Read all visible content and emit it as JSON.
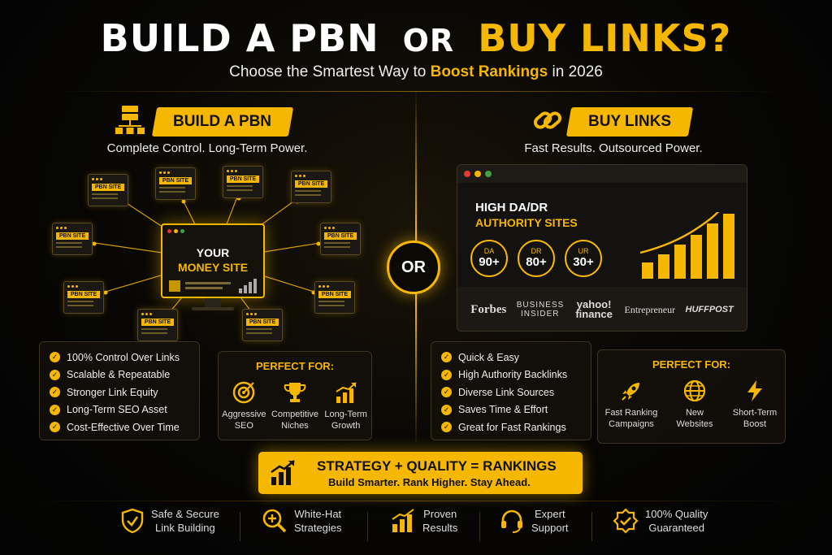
{
  "header": {
    "title_part1": "BUILD A PBN",
    "title_or": "OR",
    "title_part2": "BUY LINKS?",
    "subtitle_pre": "Choose the Smartest Way to",
    "subtitle_highlight": "Boost Rankings",
    "subtitle_post": "in 2026"
  },
  "center": {
    "or_label": "OR"
  },
  "pbn": {
    "badge": "BUILD A PBN",
    "tagline": "Complete Control. Long-Term Power.",
    "site_label": "PBN SITE",
    "money_line1": "YOUR",
    "money_line2": "MONEY SITE",
    "benefits": [
      "100% Control Over Links",
      "Scalable & Repeatable",
      "Stronger Link Equity",
      "Long-Term SEO Asset",
      "Cost-Effective Over Time"
    ],
    "perfect_for_title": "PERFECT FOR:",
    "perfect_for": [
      {
        "icon": "target-icon",
        "label": "Aggressive SEO"
      },
      {
        "icon": "trophy-icon",
        "label": "Competitive Niches"
      },
      {
        "icon": "growth-chart-icon",
        "label": "Long-Term Growth"
      }
    ]
  },
  "buy": {
    "badge": "BUY LINKS",
    "tagline": "Fast Results. Outsourced Power.",
    "heading1": "HIGH DA/DR",
    "heading2": "AUTHORITY SITES",
    "metrics": [
      {
        "key": "DA",
        "value": "90+"
      },
      {
        "key": "DR",
        "value": "80+"
      },
      {
        "key": "UR",
        "value": "30+"
      }
    ],
    "logos": [
      "Forbes",
      "BUSINESS INSIDER",
      "yahoo! finance",
      "Entrepreneur",
      "HUFFPOST"
    ],
    "benefits": [
      "Quick & Easy",
      "High Authority Backlinks",
      "Diverse Link Sources",
      "Saves Time & Effort",
      "Great for Fast Rankings"
    ],
    "perfect_for_title": "PERFECT FOR:",
    "perfect_for": [
      {
        "icon": "rocket-icon",
        "label": "Fast Ranking Campaigns"
      },
      {
        "icon": "globe-icon",
        "label": "New Websites"
      },
      {
        "icon": "lightning-icon",
        "label": "Short-Term Boost"
      }
    ]
  },
  "strategy": {
    "line1": "STRATEGY + QUALITY = RANKINGS",
    "line2": "Build Smarter. Rank Higher. Stay Ahead."
  },
  "features": [
    {
      "icon": "shield-check-icon",
      "line1": "Safe & Secure",
      "line2": "Link Building"
    },
    {
      "icon": "magnifier-plus-icon",
      "line1": "White-Hat",
      "line2": "Strategies"
    },
    {
      "icon": "bar-chart-icon",
      "line1": "Proven",
      "line2": "Results"
    },
    {
      "icon": "headset-icon",
      "line1": "Expert",
      "line2": "Support"
    },
    {
      "icon": "quality-badge-icon",
      "line1": "100% Quality",
      "line2": "Guaranteed"
    }
  ],
  "colors": {
    "accent": "#f5b700",
    "background": "#050505"
  }
}
